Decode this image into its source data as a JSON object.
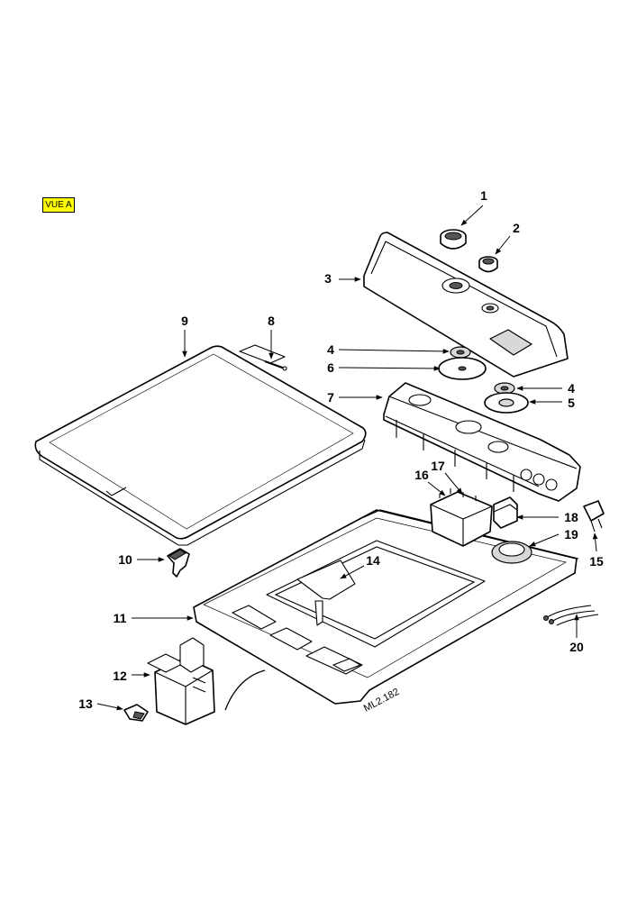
{
  "view_label": "VUE A",
  "drawing_ref": "ML2.182",
  "callouts": [
    {
      "key": "c1",
      "label": "1"
    },
    {
      "key": "c2",
      "label": "2"
    },
    {
      "key": "c3",
      "label": "3"
    },
    {
      "key": "c4a",
      "label": "4"
    },
    {
      "key": "c4b",
      "label": "4"
    },
    {
      "key": "c5",
      "label": "5"
    },
    {
      "key": "c6",
      "label": "6"
    },
    {
      "key": "c7",
      "label": "7"
    },
    {
      "key": "c8",
      "label": "8"
    },
    {
      "key": "c9",
      "label": "9"
    },
    {
      "key": "c10",
      "label": "10"
    },
    {
      "key": "c11",
      "label": "11"
    },
    {
      "key": "c12",
      "label": "12"
    },
    {
      "key": "c13",
      "label": "13"
    },
    {
      "key": "c14",
      "label": "14"
    },
    {
      "key": "c15",
      "label": "15"
    },
    {
      "key": "c16",
      "label": "16"
    },
    {
      "key": "c17",
      "label": "17"
    },
    {
      "key": "c18",
      "label": "18"
    },
    {
      "key": "c19",
      "label": "19"
    },
    {
      "key": "c20",
      "label": "20"
    }
  ]
}
